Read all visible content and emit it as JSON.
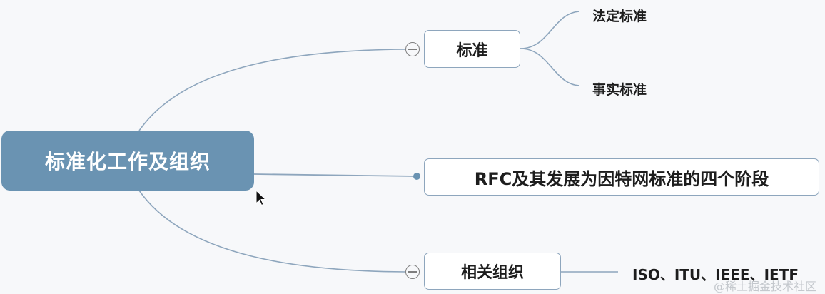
{
  "mindmap": {
    "root": {
      "label": "标准化工作及组织"
    },
    "branches": [
      {
        "label": "标准",
        "collapse_icon": "collapse-minus-icon",
        "children": [
          "法定标准",
          "事实标准"
        ]
      },
      {
        "label": "RFC及其发展为因特网标准的四个阶段",
        "connector_icon": "dot-icon",
        "children": []
      },
      {
        "label": "相关组织",
        "collapse_icon": "collapse-minus-icon",
        "children": [
          "ISO、ITU、IEEE、IETF"
        ]
      }
    ]
  },
  "colors": {
    "root_fill": "#6a93b2",
    "link": "#8ea6bd",
    "node_border": "#8ea6bd",
    "background": "#f7f8fa"
  },
  "watermark": "@稀土掘金技术社区"
}
